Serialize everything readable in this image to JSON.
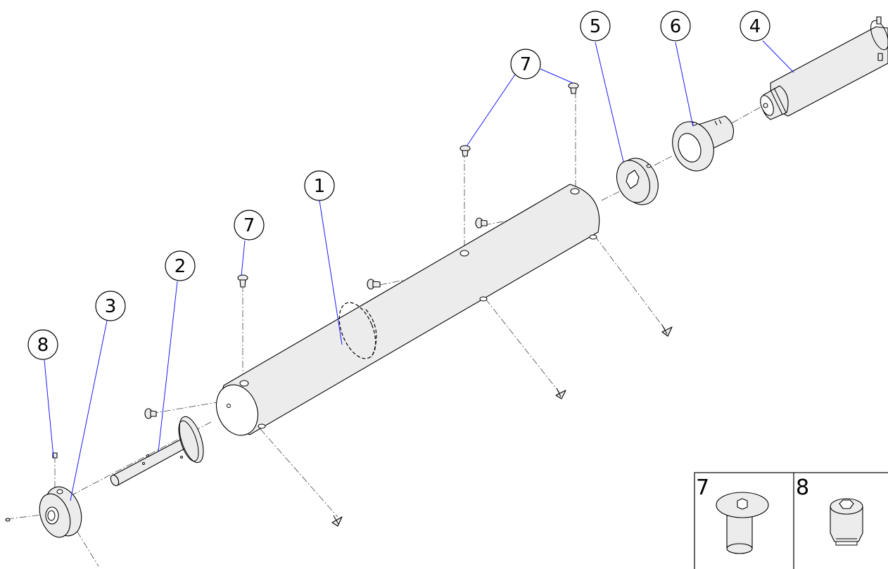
{
  "balloons": [
    {
      "id": "1",
      "label": "1"
    },
    {
      "id": "2",
      "label": "2"
    },
    {
      "id": "3",
      "label": "3"
    },
    {
      "id": "4",
      "label": "4"
    },
    {
      "id": "5",
      "label": "5"
    },
    {
      "id": "6",
      "label": "6"
    },
    {
      "id": "7a",
      "label": "7"
    },
    {
      "id": "7b",
      "label": "7"
    },
    {
      "id": "8",
      "label": "8"
    }
  ],
  "legend": {
    "cell_7": "7",
    "cell_8": "8"
  }
}
